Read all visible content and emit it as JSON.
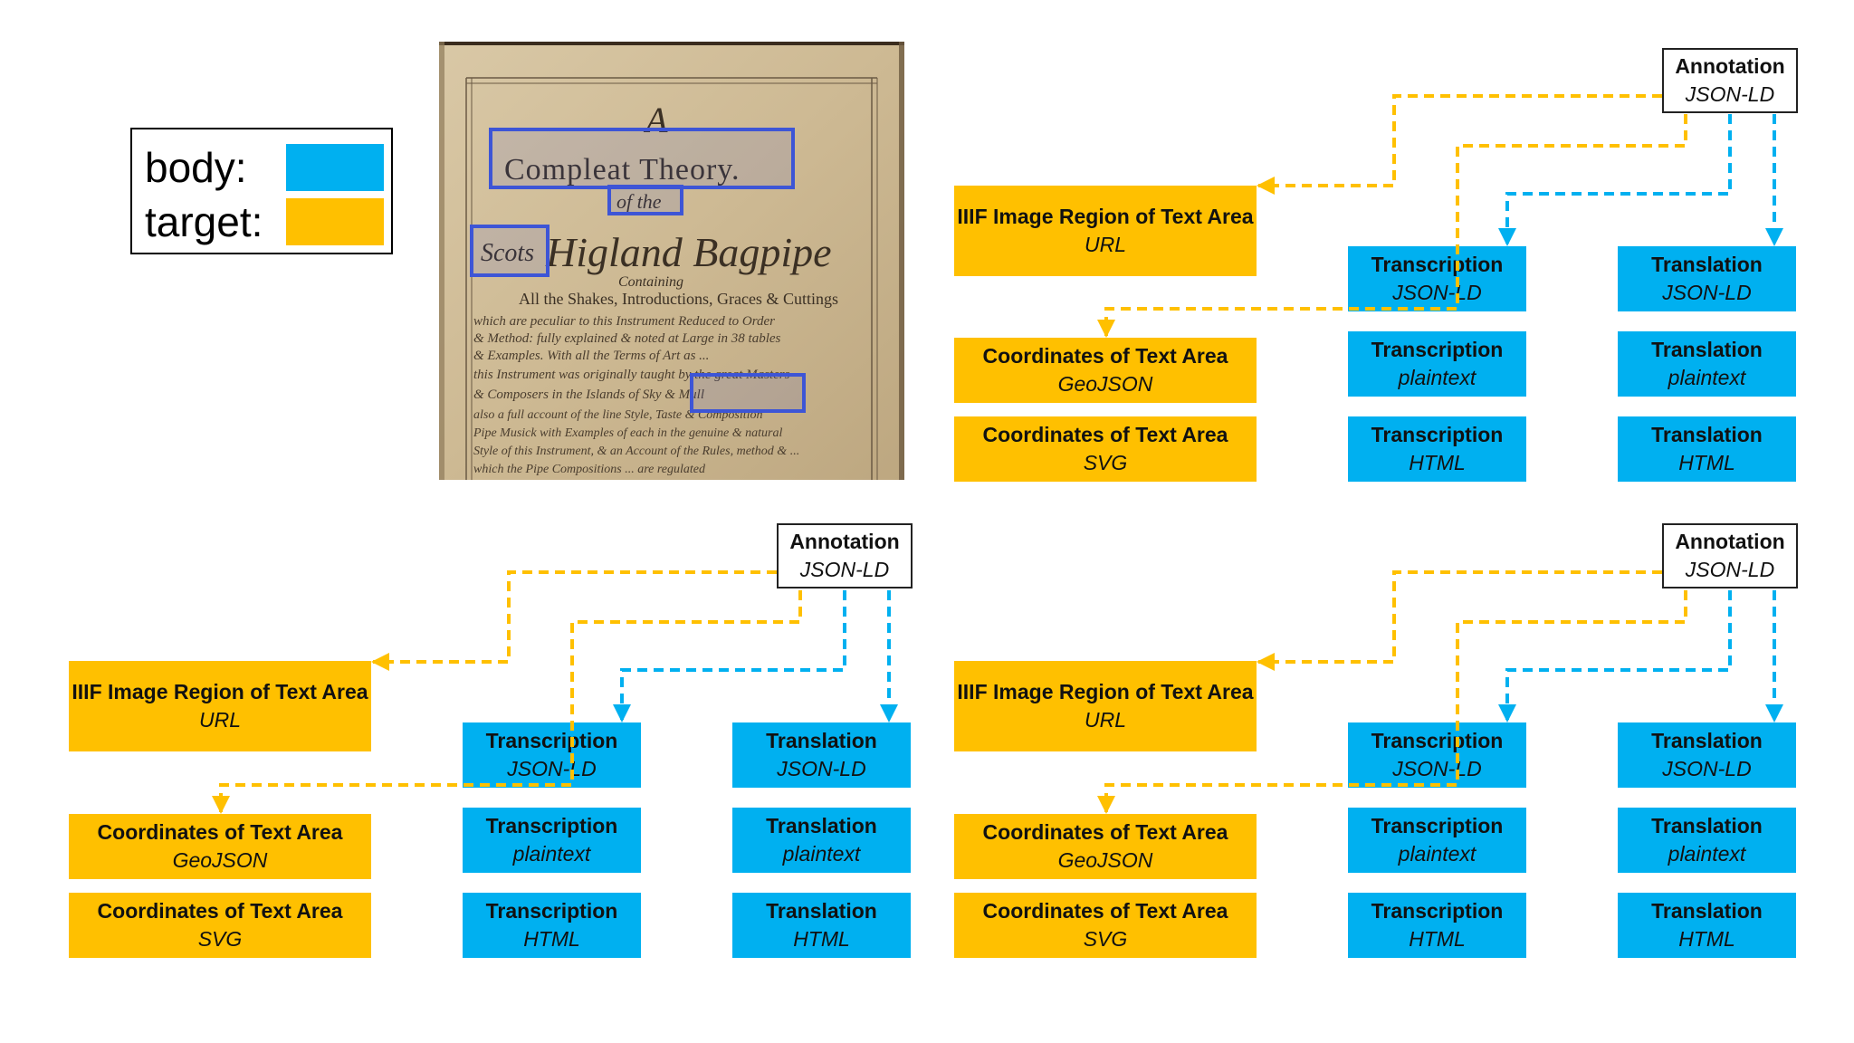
{
  "colors": {
    "body": "#00b0f0",
    "target": "#ffc000",
    "line": "#000000"
  },
  "legend": {
    "body_label": "body:",
    "target_label": "target:"
  },
  "manuscript": {
    "lines": [
      "A",
      "Compleat Theory.",
      "of the",
      "Scots",
      "Higland Bagpipe",
      "Containing",
      "All the Shakes, Introductions, Graces & Cuttings",
      "which are peculiar to this Instrument Reduced to Order",
      "& Method: fully explained & noted at Large in 38 tables",
      "& Examples. With all the Terms of Art as ...",
      "this Instrument was originally taught by the great Masters",
      "& Composers in the Islands of Sky & Mull",
      "also a full account of the line Style, Taste & Composition",
      "Pipe Musick with Examples of each in the genuine & natural",
      "Style of this Instrument, & an Account of the Rules, method & ...",
      "which the Pipe Compositions ... are regulated"
    ]
  },
  "diagrams": [
    {
      "annotation": {
        "title": "Annotation",
        "subtitle": "JSON-LD"
      },
      "targets": [
        {
          "title": "IIIF Image Region of Text Area",
          "subtitle": "URL"
        },
        {
          "title": "Coordinates of Text Area",
          "subtitle": "GeoJSON"
        },
        {
          "title": "Coordinates of Text Area",
          "subtitle": "SVG"
        }
      ],
      "transcriptions": [
        {
          "title": "Transcription",
          "subtitle": "JSON-LD"
        },
        {
          "title": "Transcription",
          "subtitle": "plaintext"
        },
        {
          "title": "Transcription",
          "subtitle": "HTML"
        }
      ],
      "translations": [
        {
          "title": "Translation",
          "subtitle": "JSON-LD"
        },
        {
          "title": "Translation",
          "subtitle": "plaintext"
        },
        {
          "title": "Translation",
          "subtitle": "HTML"
        }
      ]
    },
    {
      "annotation": {
        "title": "Annotation",
        "subtitle": "JSON-LD"
      },
      "targets": [
        {
          "title": "IIIF Image Region of Text Area",
          "subtitle": "URL"
        },
        {
          "title": "Coordinates of Text Area",
          "subtitle": "GeoJSON"
        },
        {
          "title": "Coordinates of Text Area",
          "subtitle": "SVG"
        }
      ],
      "transcriptions": [
        {
          "title": "Transcription",
          "subtitle": "JSON-LD"
        },
        {
          "title": "Transcription",
          "subtitle": "plaintext"
        },
        {
          "title": "Transcription",
          "subtitle": "HTML"
        }
      ],
      "translations": [
        {
          "title": "Translation",
          "subtitle": "JSON-LD"
        },
        {
          "title": "Translation",
          "subtitle": "plaintext"
        },
        {
          "title": "Translation",
          "subtitle": "HTML"
        }
      ]
    },
    {
      "annotation": {
        "title": "Annotation",
        "subtitle": "JSON-LD"
      },
      "targets": [
        {
          "title": "IIIF Image Region of Text Area",
          "subtitle": "URL"
        },
        {
          "title": "Coordinates of Text Area",
          "subtitle": "GeoJSON"
        },
        {
          "title": "Coordinates of Text Area",
          "subtitle": "SVG"
        }
      ],
      "transcriptions": [
        {
          "title": "Transcription",
          "subtitle": "JSON-LD"
        },
        {
          "title": "Transcription",
          "subtitle": "plaintext"
        },
        {
          "title": "Transcription",
          "subtitle": "HTML"
        }
      ],
      "translations": [
        {
          "title": "Translation",
          "subtitle": "JSON-LD"
        },
        {
          "title": "Translation",
          "subtitle": "plaintext"
        },
        {
          "title": "Translation",
          "subtitle": "HTML"
        }
      ]
    }
  ]
}
